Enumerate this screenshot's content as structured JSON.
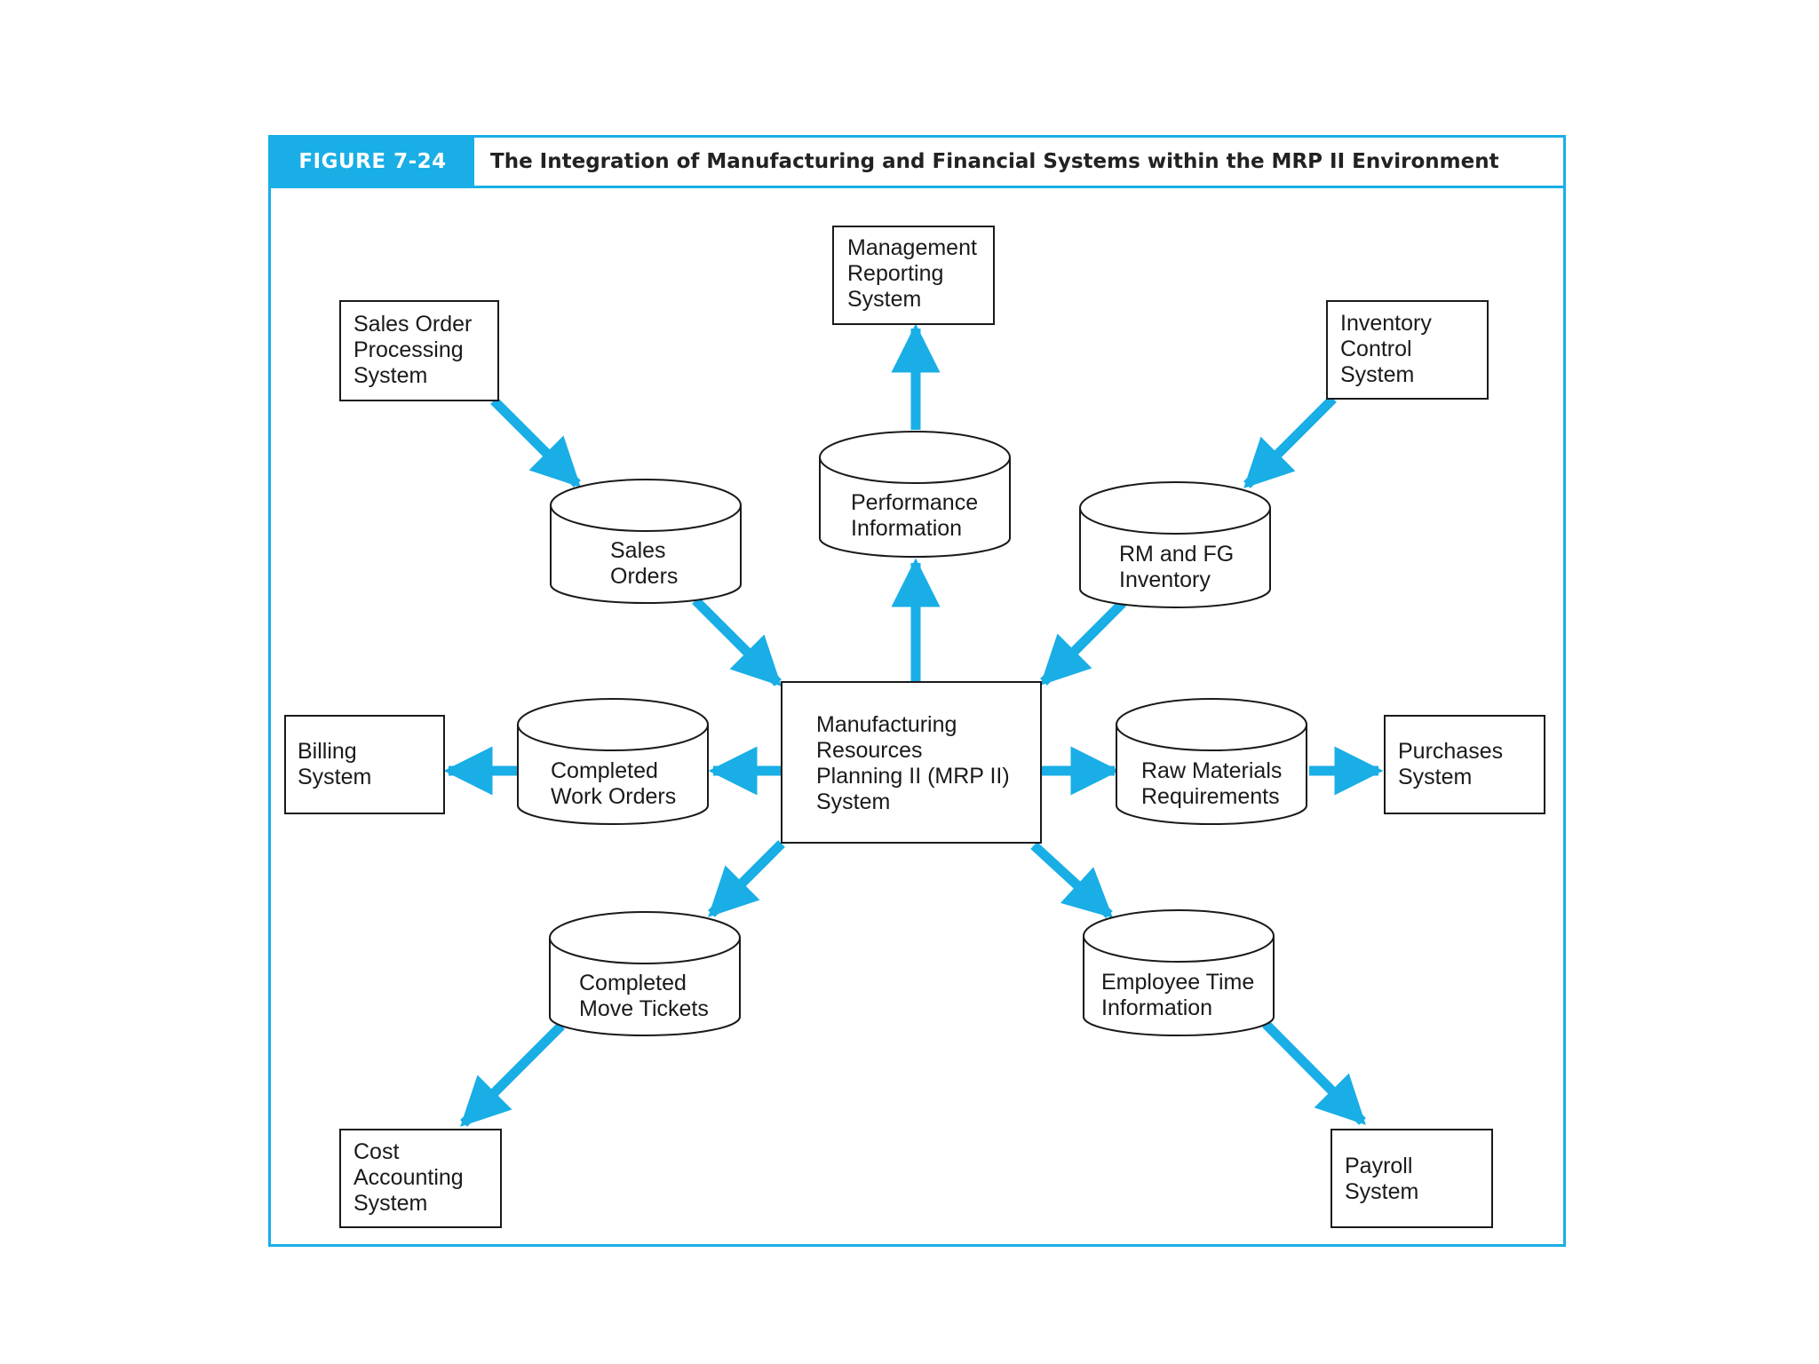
{
  "figure": {
    "label": "FIGURE 7-24",
    "title": "The Integration of Manufacturing and Financial Systems within the MRP II Environment"
  },
  "colors": {
    "accent": "#19aee6",
    "box_stroke": "#1a1a1a",
    "text": "#1a1a1a"
  },
  "center_system": {
    "lines": [
      "Manufacturing",
      "Resources",
      "Planning II (MRP II)",
      "System"
    ]
  },
  "systems": {
    "management_reporting": {
      "lines": [
        "Management",
        "Reporting",
        "System"
      ]
    },
    "sales_order_processing": {
      "lines": [
        "Sales Order",
        "Processing",
        "System"
      ]
    },
    "inventory_control": {
      "lines": [
        "Inventory",
        "Control",
        "System"
      ]
    },
    "billing": {
      "lines": [
        "Billing",
        "System"
      ]
    },
    "purchases": {
      "lines": [
        "Purchases",
        "System"
      ]
    },
    "cost_accounting": {
      "lines": [
        "Cost",
        "Accounting",
        "System"
      ]
    },
    "payroll": {
      "lines": [
        "Payroll",
        "System"
      ]
    }
  },
  "data_stores": {
    "performance_information": {
      "lines": [
        "Performance",
        "Information"
      ]
    },
    "sales_orders": {
      "lines": [
        "Sales",
        "Orders"
      ]
    },
    "rm_fg_inventory": {
      "lines": [
        "RM and FG",
        "Inventory"
      ]
    },
    "completed_work_orders": {
      "lines": [
        "Completed",
        "Work Orders"
      ]
    },
    "raw_materials_requirements": {
      "lines": [
        "Raw Materials",
        "Requirements"
      ]
    },
    "completed_move_tickets": {
      "lines": [
        "Completed",
        "Move Tickets"
      ]
    },
    "employee_time_information": {
      "lines": [
        "Employee Time",
        "Information"
      ]
    }
  }
}
